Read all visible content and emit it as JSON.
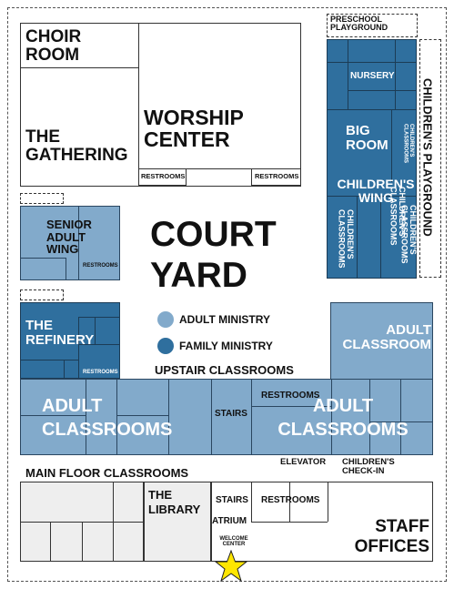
{
  "labels": {
    "choir_room": "CHOIR ROOM",
    "the_gathering": "THE GATHERING",
    "worship_center": "WORSHIP CENTER",
    "restrooms_worship_left": "RESTROOMS",
    "restrooms_worship_right": "RESTROOMS",
    "preschool_playground": "PRESCHOOL PLAYGROUND",
    "nursery": "NURSERY",
    "big_room": "BIG ROOM",
    "childrens_classrooms_small": "CHILDREN'S CLASSROOMS",
    "childrens_wing": "CHILDREN'S WING",
    "childrens_classrooms_left": "CHILDREN'S CLASSROOMS",
    "childrens_classrooms_mid": "CHILDREN'S CLASSROOMS",
    "childrens_classrooms_right": "CHILDREN'S CLASSROOMS",
    "childrens_playground": "CHILDREN'S PLAYGROUND",
    "senior_adult_wing": "SENIOR ADULT WING",
    "restrooms_senior": "RESTROOMS",
    "court_yard": "COURT YARD",
    "the_refinery": "THE REFINERY",
    "restrooms_refinery": "RESTROOMS",
    "upstair_classrooms": "UPSTAIR CLASSROOMS",
    "adult_classroom": "ADULT CLASSROOM",
    "adult_classrooms_left": "ADULT CLASSROOMS",
    "stairs_upper": "STAIRS",
    "restrooms_upper": "RESTROOMS",
    "adult_classrooms_right": "ADULT CLASSROOMS",
    "elevator": "ELEVATOR",
    "childrens_checkin": "CHILDREN'S CHECK-IN",
    "main_floor_classrooms": "MAIN FLOOR CLASSROOMS",
    "the_library": "THE LIBRARY",
    "stairs_lower": "STAIRS",
    "restrooms_lower": "RESTROOMS",
    "atrium": "ATRIUM",
    "welcome_center": "WELCOME CENTER",
    "staff_offices": "STAFF OFFICES"
  },
  "legend": {
    "adult_ministry": "ADULT MINISTRY",
    "family_ministry": "FAMILY MINISTRY"
  },
  "colors": {
    "adult_ministry": "#82aacb",
    "family_ministry": "#2f6f9e",
    "star": "#ffe600"
  },
  "icons": {
    "entrance": "star-icon"
  }
}
